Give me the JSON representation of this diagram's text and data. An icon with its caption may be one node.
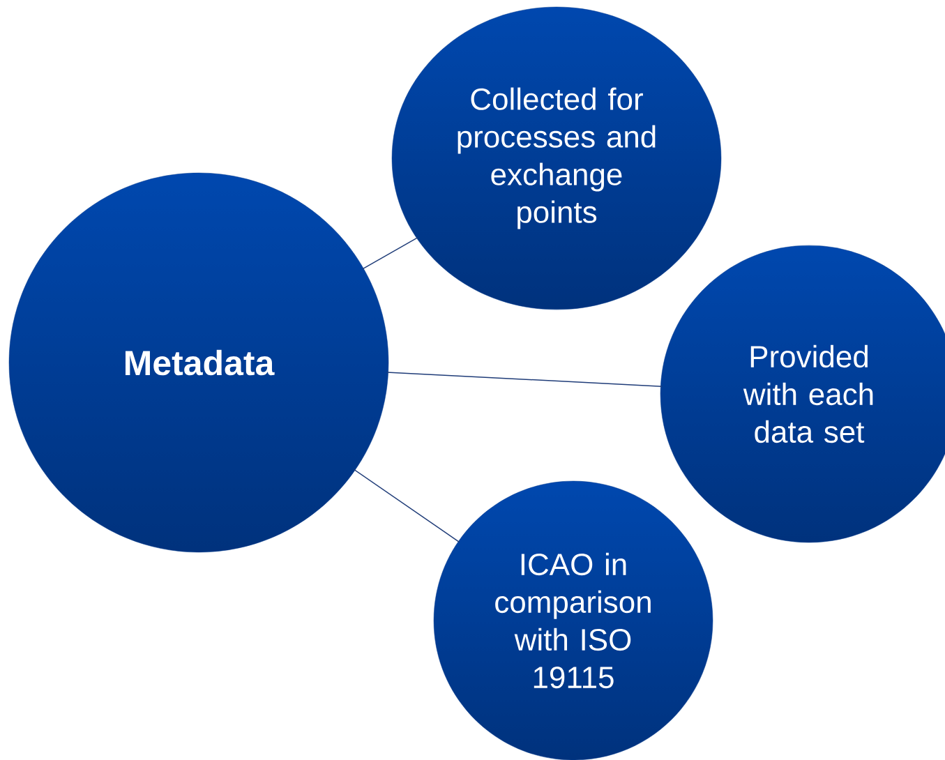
{
  "diagram": {
    "nodes": [
      {
        "text": [
          "Metadata"
        ]
      },
      {
        "text": [
          "Collected for processes and exchange points"
        ]
      },
      {
        "text": [
          "Provided with each data set"
        ]
      },
      {
        "text": [
          "ICAO in comparison with ISO 19115"
        ]
      }
    ],
    "edges": [
      {
        "from": 0,
        "to": 1,
        "arrow": "none"
      },
      {
        "from": 0,
        "to": 2,
        "arrow": "none"
      },
      {
        "from": 0,
        "to": 3,
        "arrow": "none"
      }
    ]
  }
}
